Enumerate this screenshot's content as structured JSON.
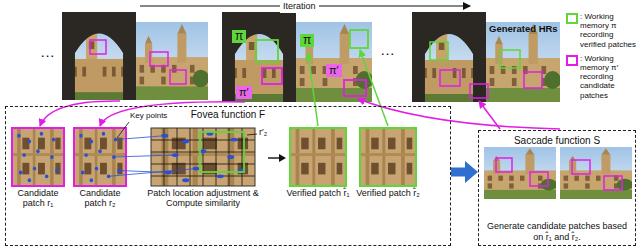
{
  "diagram": {
    "nodes": [
      {
        "text": [
          "Fovea function F"
        ]
      },
      {
        "text": [
          "Candidate patch r₁"
        ],
        "in": 0
      },
      {
        "text": [
          "Candidate patch r₂"
        ],
        "in": 0
      },
      {
        "text": [
          "Patch location adjustment & Compute similarity"
        ],
        "in": 0
      },
      {
        "text": [
          "Verified patch r̂₁"
        ],
        "in": 0
      },
      {
        "text": [
          "Verified patch r̂₂"
        ],
        "in": 0
      },
      {
        "text": [
          "Saccade function S",
          "Generate candidate patches based on r̂₁ and r̂₂."
        ]
      }
    ],
    "edges": [
      {
        "from": 3,
        "to": 4,
        "arrow": "to"
      },
      {
        "from": 0,
        "to": 6,
        "arrow": "to"
      }
    ],
    "labels": [
      "Iteration",
      "…",
      "Generated HRs",
      "π",
      "π",
      "π′",
      "π′",
      "…",
      "Key points",
      "r′₂"
    ],
    "legend": [
      {
        "text": ": Working memory π recording verified patches",
        "color": "#5fd63a"
      },
      {
        "text": ": Working memory π′ recording candidate patches",
        "color": "#e21ee6"
      }
    ]
  }
}
